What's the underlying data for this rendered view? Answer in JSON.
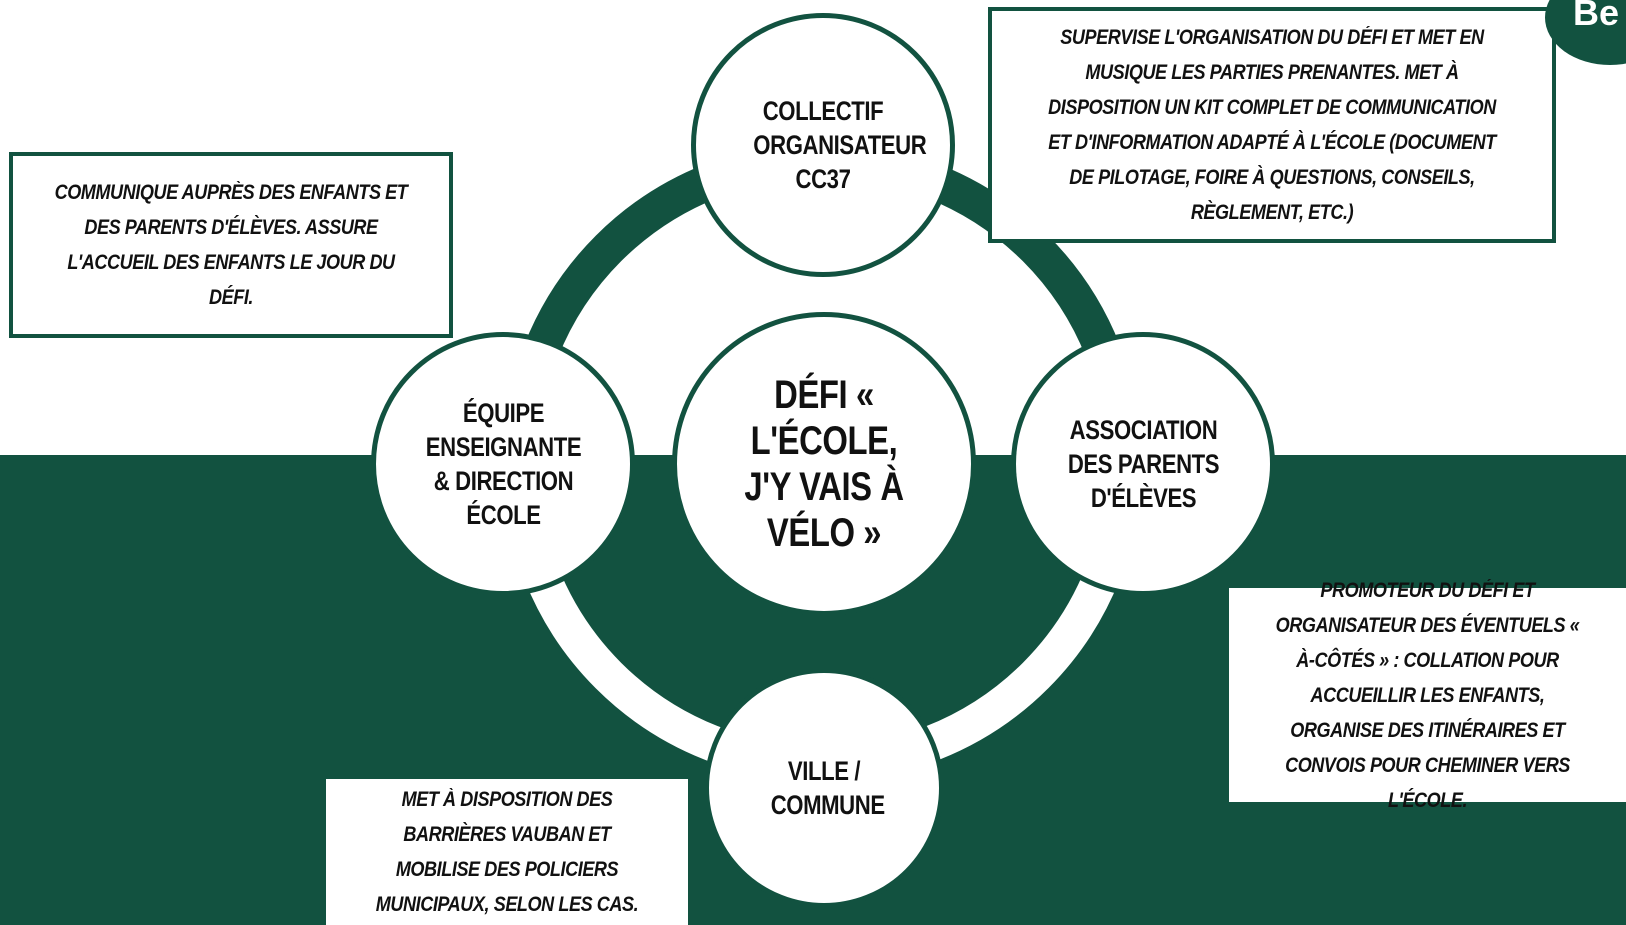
{
  "diagram": {
    "center": {
      "label": "DÉFI « L'ÉCOLE, J'Y VAIS À VÉLO »"
    },
    "nodes": {
      "top": {
        "label": "COLLECTIF ORGANISATEUR CC37"
      },
      "left": {
        "label": "ÉQUIPE ENSEIGNANTE & DIRECTION ÉCOLE"
      },
      "right": {
        "label": "ASSOCIATION DES PARENTS D'ÉLÈVES"
      },
      "bottom": {
        "label": "VILLE / COMMUNE"
      }
    },
    "descriptions": {
      "collectif": "SUPERVISE L'ORGANISATION DU DÉFI ET MET EN MUSIQUE LES PARTIES PRENANTES. MET À DISPOSITION UN KIT COMPLET DE COMMUNICATION ET D'INFORMATION ADAPTÉ À L'ÉCOLE (DOCUMENT DE PILOTAGE, FOIRE À QUESTIONS, CONSEILS, RÈGLEMENT, ETC.)",
      "equipe": "COMMUNIQUE AUPRÈS DES ENFANTS ET DES PARENTS D'ÉLÈVES. ASSURE L'ACCUEIL DES ENFANTS LE JOUR DU DÉFI.",
      "association": "PROMOTEUR DU DÉFI ET ORGANISATEUR DES ÉVENTUELS « À-CÔTÉS » : COLLATION POUR ACCUEILLIR LES ENFANTS, ORGANISE DES ITINÉRAIRES ET CONVOIS POUR CHEMINER VERS L'ÉCOLE.",
      "ville": "MET À DISPOSITION DES BARRIÈRES VAUBAN ET MOBILISE DES POLICIERS MUNICIPAUX, SELON LES CAS."
    },
    "logo_text": "Be",
    "colors": {
      "primary": "#125240",
      "background": "#ffffff",
      "text": "#111111"
    }
  }
}
